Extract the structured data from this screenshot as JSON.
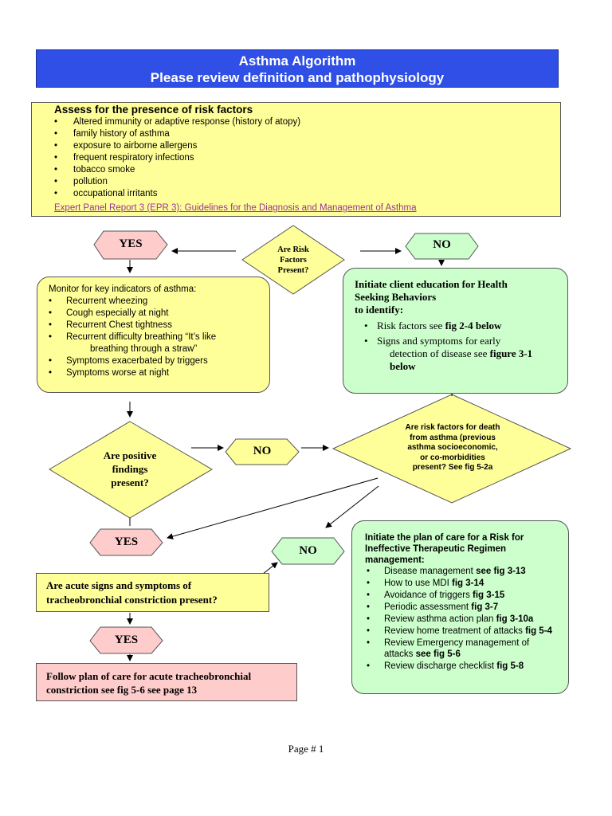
{
  "title": {
    "line1": "Asthma  Algorithm",
    "line2": "Please review definition and pathophysiology"
  },
  "risk_factors": {
    "heading": "Assess for the presence of risk factors",
    "items": [
      "Altered immunity or adaptive response (history of atopy)",
      "family history of asthma",
      "exposure to airborne allergens",
      "frequent respiratory infections",
      "tobacco smoke",
      "pollution",
      "occupational irritants"
    ],
    "link": "Expert Panel Report 3 (EPR 3): Guidelines for the Diagnosis and Management of Asthma"
  },
  "decision_risk": {
    "line1": "Are Risk",
    "line2": "Factors",
    "line3": "Present?"
  },
  "yes_1": "YES",
  "no_1": "NO",
  "monitor": {
    "heading": "Monitor for key indicators of asthma:",
    "items": [
      "Recurrent wheezing",
      "Cough especially at night",
      "Recurrent Chest tightness",
      "Recurrent difficulty breathing  “It’s like",
      "Symptoms exacerbated by triggers",
      "Symptoms worse at night"
    ],
    "continuation": "breathing through a straw”"
  },
  "education": {
    "heading_line1": "Initiate client education for Health",
    "heading_line2": "Seeking Behaviors",
    "heading_line3": "to identify:",
    "item1_text": "Risk factors see ",
    "item1_fig": "fig 2-4 below",
    "item2_text_line1": "Signs and symptoms for early",
    "item2_text_line2": "detection of disease see ",
    "item2_fig": "figure 3-1",
    "item2_fig2": "below"
  },
  "decision_positive": {
    "line1": "Are positive",
    "line2": "findings",
    "line3": "present?"
  },
  "no_2": "NO",
  "decision_death": {
    "line1": "Are risk factors for death",
    "line2": "from asthma (previous",
    "line3": "asthma socioeconomic,",
    "line4": "or co-morbidities",
    "line5": "present?  See fig 5-2a"
  },
  "yes_2": "YES",
  "no_3": "NO",
  "acute": {
    "line1": "Are acute signs and symptoms of",
    "line2": "tracheobronchial constriction present?"
  },
  "yes_3": "YES",
  "follow": {
    "line1": "Follow plan of care for acute tracheobronchial",
    "line2": "constriction see fig 5-6  see page 13"
  },
  "plan": {
    "heading": "Initiate the plan of care for a Risk for Ineffective Therapeutic Regimen management:",
    "items": [
      {
        "text": "Disease management  ",
        "fig": "see fig 3-13"
      },
      {
        "text": "How to use MDI  ",
        "fig": "fig 3-14"
      },
      {
        "text": "Avoidance of triggers ",
        "fig": "fig 3-15"
      },
      {
        "text": "Periodic assessment ",
        "fig": "fig 3-7"
      },
      {
        "text": "Review asthma action plan ",
        "fig": "fig 3-10a"
      },
      {
        "text": "Review home treatment of attacks ",
        "fig": "fig 5-4"
      },
      {
        "text": "Review Emergency management of attacks ",
        "fig": "see fig 5-6"
      },
      {
        "text": "Review discharge checklist ",
        "fig": "fig 5-8"
      }
    ]
  },
  "page_number": "Page # 1",
  "colors": {
    "title_blue": "#2f4fe6",
    "yellow": "#ffff99",
    "green": "#ccffcc",
    "pink": "#ffcccc"
  }
}
